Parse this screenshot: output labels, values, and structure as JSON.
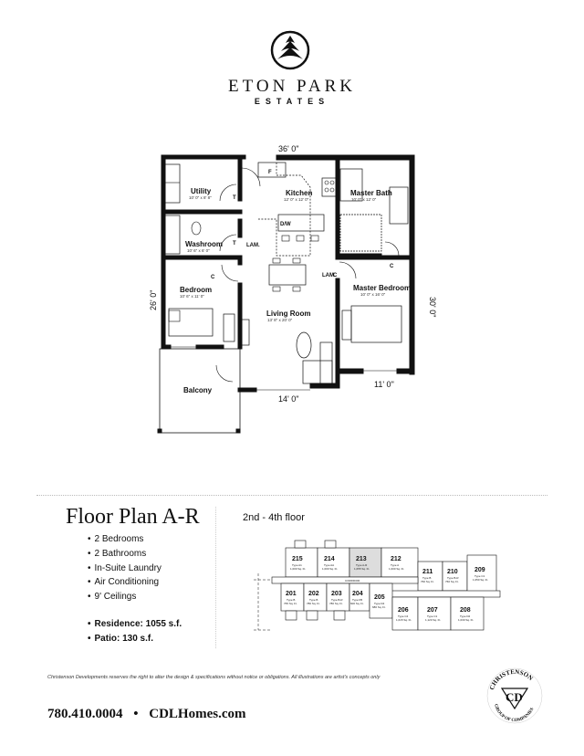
{
  "header": {
    "brand_title": "ETON PARK",
    "brand_subtitle": "ESTATES",
    "logo_icon": "tree-in-circle-icon"
  },
  "floor_plan": {
    "dimensions": {
      "top": "36' 0\"",
      "left": "26' 0\"",
      "right": "30' 0\"",
      "bottom_living": "14' 0\"",
      "bottom_master": "11' 0\""
    },
    "rooms": [
      {
        "name": "Utility",
        "size": "10' 0\" x 8' 8\""
      },
      {
        "name": "Kitchen",
        "size": "12' 0\" x 12' 0\""
      },
      {
        "name": "Master Bath",
        "size": "10' 0\" x 12' 0\""
      },
      {
        "name": "Washroom",
        "size": "10' 6\" x 6' 0\""
      },
      {
        "name": "Bedroom",
        "size": "10' 6\" x 11' 0\""
      },
      {
        "name": "Living Room",
        "size": "13' 8\" x 20' 0\""
      },
      {
        "name": "Master Bedroom",
        "size": "10' 0\" x 16' 0\""
      },
      {
        "name": "Balcony",
        "size": ""
      }
    ],
    "annotations": {
      "fridge": "F",
      "dishwasher": "D/W",
      "closet": "C",
      "tub": "T",
      "laminate": "LAM."
    }
  },
  "details": {
    "title": "Floor Plan A-R",
    "features": [
      "2 Bedrooms",
      "2 Bathrooms",
      "In-Suite Laundry",
      "Air Conditioning",
      "9' Ceilings"
    ],
    "stats": [
      "Residence: 1055 s.f.",
      "Patio: 130 s.f."
    ]
  },
  "keyplan": {
    "floor_label": "2nd - 4th floor",
    "corridor_label": "CORRIDOR",
    "highlighted_unit": "213",
    "units_top": [
      {
        "num": "215",
        "type": "Type A1",
        "area": "1,000 Sq. Ft."
      },
      {
        "num": "214",
        "type": "Type AA",
        "area": "1,000 Sq. Ft."
      },
      {
        "num": "213",
        "type": "Type A-R",
        "area": "1,055 Sq. Ft."
      },
      {
        "num": "212",
        "type": "Type A",
        "area": "1,000 Sq. Ft."
      },
      {
        "num": "211",
        "type": "Type B",
        "area": "760 Sq. Ft."
      },
      {
        "num": "210",
        "type": "Type B-R",
        "area": "760 Sq. Ft."
      },
      {
        "num": "209",
        "type": "Type C1",
        "area": "1,050 Sq. Ft."
      }
    ],
    "units_bottom": [
      {
        "num": "201",
        "type": "Type B",
        "area": "765 Sq. Ft."
      },
      {
        "num": "202",
        "type": "Type B",
        "area": "780 Sq. Ft."
      },
      {
        "num": "203",
        "type": "Type B-R",
        "area": "780 Sq. Ft."
      },
      {
        "num": "204",
        "type": "Type D5",
        "area": "600 Sq. Ft."
      },
      {
        "num": "205",
        "type": "Type D4",
        "area": "680 Sq. Ft."
      },
      {
        "num": "206",
        "type": "Type C4",
        "area": "1,015 Sq. Ft."
      },
      {
        "num": "207",
        "type": "Type C1",
        "area": "1,120 Sq. Ft."
      },
      {
        "num": "208",
        "type": "Type D2",
        "area": "1,030 Sq. Ft."
      }
    ]
  },
  "footer": {
    "disclaimer": "Christenson Developments reserves the right to alter the design & specifications without notice or obligations.  All illustrations are artist's concepts only",
    "phone": "780.410.0004",
    "separator": "•",
    "website": "CDLHomes.com",
    "company_logo_top": "CHRISTENSON",
    "company_logo_bottom": "GROUP OF COMPANIES",
    "company_logo_mark": "CD"
  }
}
